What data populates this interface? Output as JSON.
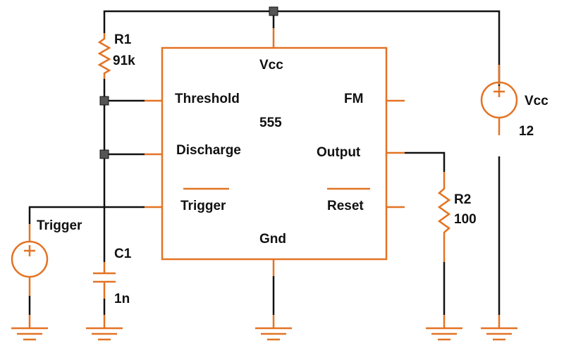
{
  "colors": {
    "component": "#e37324",
    "wire": "#111111",
    "node": "#555555",
    "text": "#111111"
  },
  "ic": {
    "name": "555",
    "pins": {
      "vcc": "Vcc",
      "threshold": "Threshold",
      "discharge": "Discharge",
      "trigger": "Trigger",
      "gnd": "Gnd",
      "fm": "FM",
      "output": "Output",
      "reset": "Reset"
    }
  },
  "r1": {
    "name": "R1",
    "value": "91k"
  },
  "r2": {
    "name": "R2",
    "value": "100"
  },
  "c1": {
    "name": "C1",
    "value": "1n"
  },
  "vcc_source": {
    "name": "Vcc",
    "value": "12"
  },
  "trigger_source": {
    "name": "Trigger"
  }
}
